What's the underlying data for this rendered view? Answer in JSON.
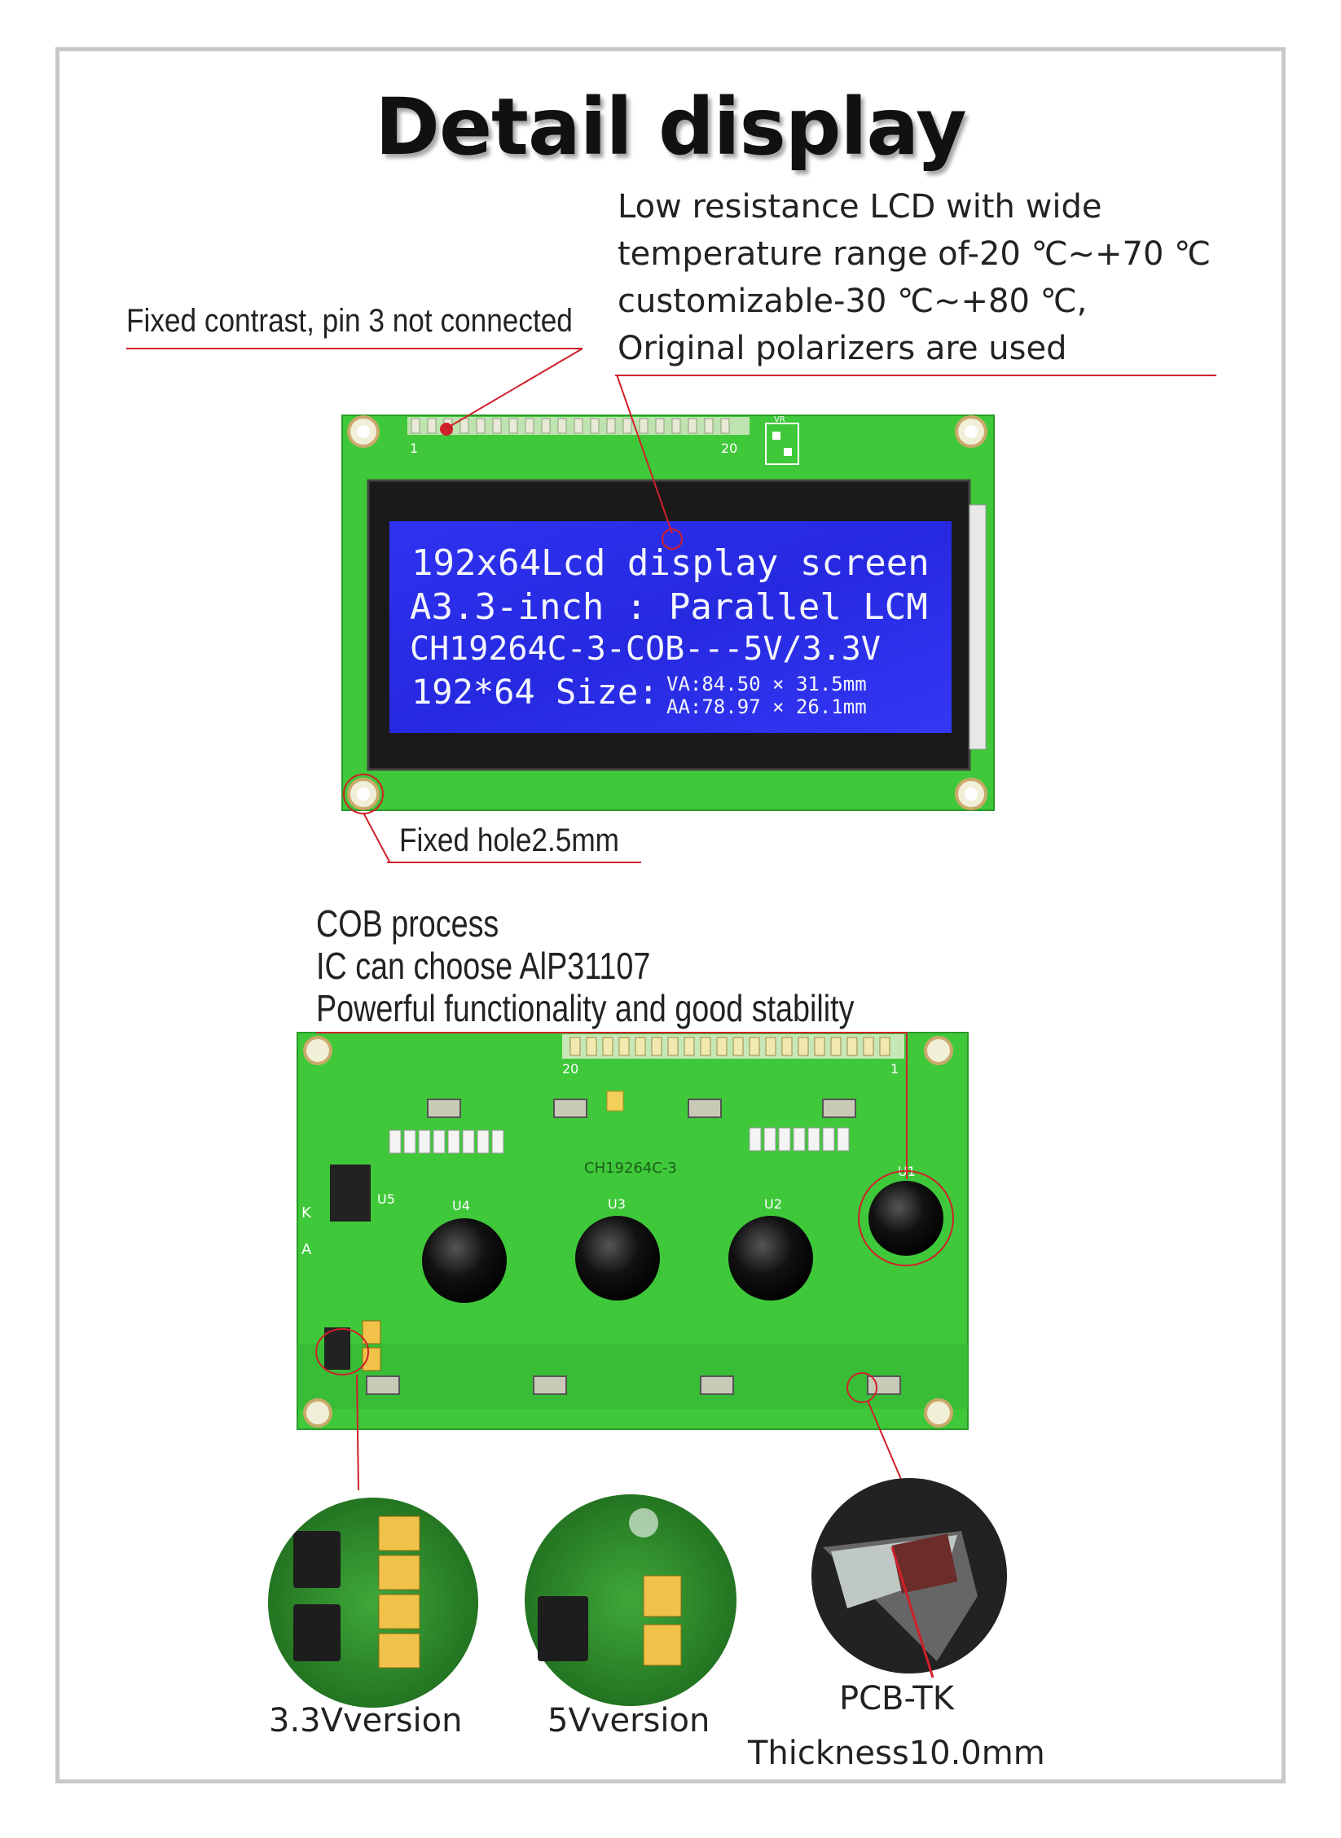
{
  "title": "Detail display",
  "callouts": {
    "contrast": "Fixed contrast, pin 3 not connected",
    "lcd_lines": [
      "Low resistance LCD with wide",
      "temperature range of-20 ℃~+70 ℃",
      "customizable-30 ℃~+80 ℃,",
      "Original polarizers are used"
    ],
    "hole": "Fixed hole2.5mm",
    "cob_lines": [
      "COB process",
      "IC can choose AlP31107",
      "Powerful functionality and good stability"
    ]
  },
  "screen": {
    "line1": "192x64Lcd display screen",
    "line2": "A3.3-inch : Parallel LCM",
    "line3": "CH19264C-3-COB---5V/3.3V",
    "line4_main": "192*64 Size:",
    "va": "VA:84.50 × 31.5mm",
    "aa": "AA:78.97 × 26.1mm"
  },
  "pcb_front": {
    "pin_first": "1",
    "pin_last": "20",
    "vr": "VR"
  },
  "pcb_back": {
    "model": "CH19264C-3",
    "u5": "U5",
    "u4": "U4",
    "u3": "U3",
    "u2": "U2",
    "u1": "U1",
    "pin_first": "20",
    "pin_last": "1",
    "k": "K",
    "a": "A"
  },
  "captions": {
    "v33": "3.3Vversion",
    "v5": "5Vversion",
    "pcb_tk": "PCB-TK",
    "thickness": "Thickness10.0mm"
  },
  "colors": {
    "accent_red": "#d0202a",
    "pcb_green": "#3fc83a",
    "lcd_blue": "#2a2ee8"
  }
}
